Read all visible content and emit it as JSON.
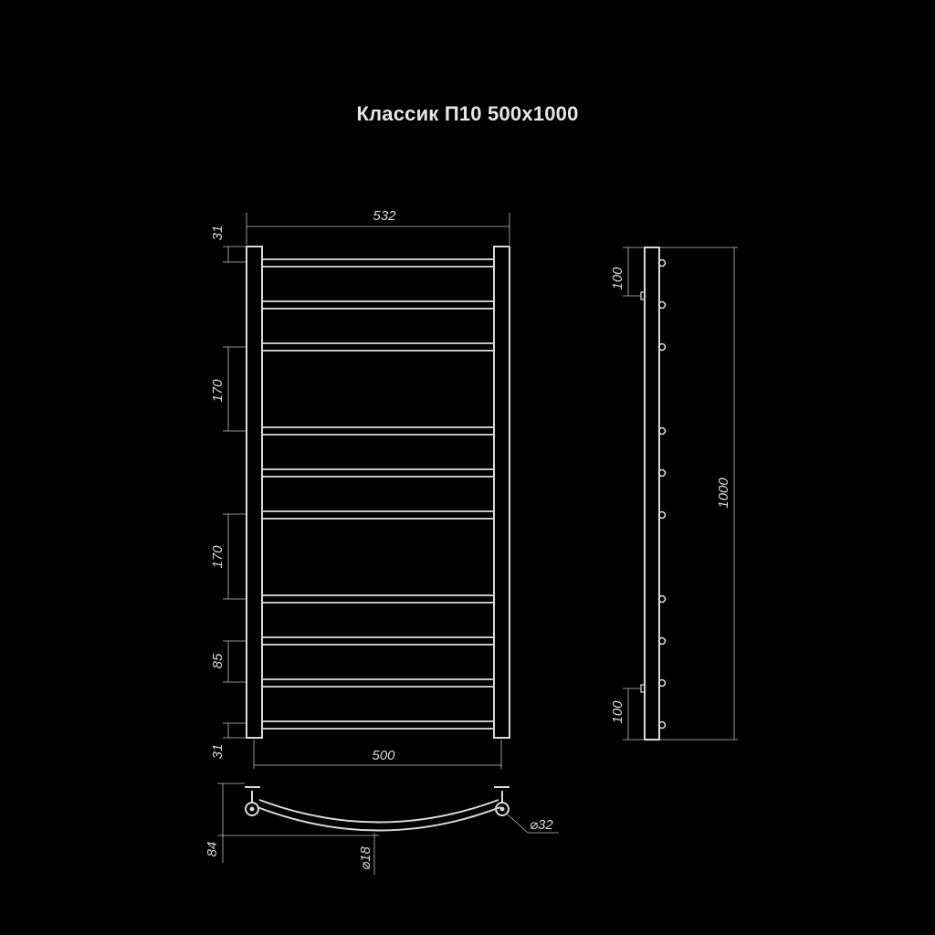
{
  "title": "Классик П10 500x1000",
  "dimensions": {
    "overall_width": "532",
    "axis_width": "500",
    "top_offset": "31",
    "bottom_offset": "31",
    "gap_upper": "170",
    "gap_lower": "170",
    "rung_pitch": "85",
    "side_top_offset": "100",
    "side_bottom_offset": "100",
    "overall_height": "1000",
    "depth": "84",
    "rung_diameter": "⌀18",
    "post_diameter": "⌀32"
  },
  "colors": {
    "background": "#000000",
    "line": "#d9d9d9"
  }
}
